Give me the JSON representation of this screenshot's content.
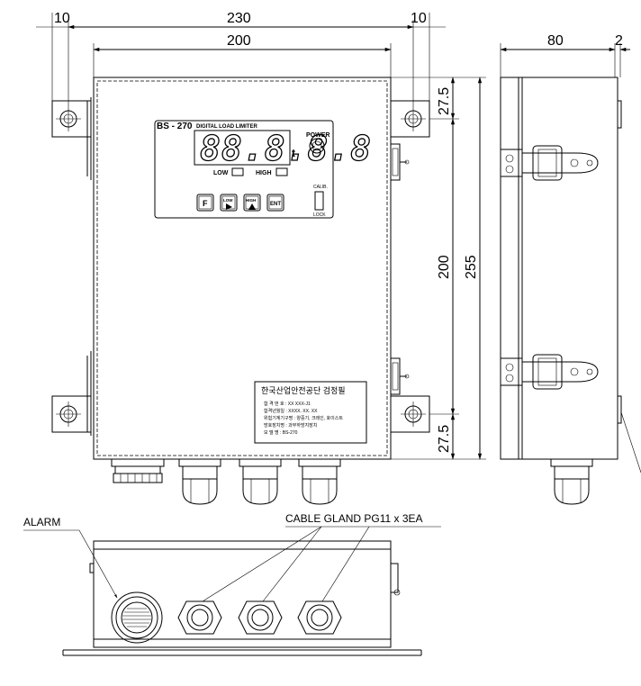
{
  "dimensions": {
    "top_left_ear": "10",
    "top_overall": "230",
    "top_right_ear": "10",
    "top_body": "200",
    "side_depth": "80",
    "side_cover": "2",
    "right_top": "27.5",
    "right_mid": "200",
    "right_overall": "255",
    "right_bottom": "27.5"
  },
  "panel": {
    "model": "BS - 270",
    "subtitle": "DIGITAL LOAD LIMITER",
    "display": "88.8.8.8",
    "unit": "t",
    "power_label": "POWER",
    "low_label": "LOW",
    "high_label": "HIGH",
    "calib_top": "CALIB.",
    "calib_bottom": "LOCK",
    "keys": {
      "f": "F",
      "low": "LOW",
      "high": "HIGH",
      "ent": "ENT"
    }
  },
  "plate": {
    "title": "한국산업안전공단 검정필",
    "lines": [
      "합 격 번 호 : XX XXX-J1",
      "합격년월일 : XXXX. XX. XX",
      "위험기계기구명 : 양중기, 크레인, 호이스트",
      "방호장치명 : 과부하방지장치",
      "모 델 명 : BS-270"
    ]
  },
  "callouts": {
    "alarm": "ALARM",
    "cable_gland": "CABLE GLAND PG11 x 3EA"
  },
  "icons": {
    "key_low": "play-triangle-icon",
    "key_high": "up-triangle-icon",
    "power": "power-lamp-icon"
  }
}
